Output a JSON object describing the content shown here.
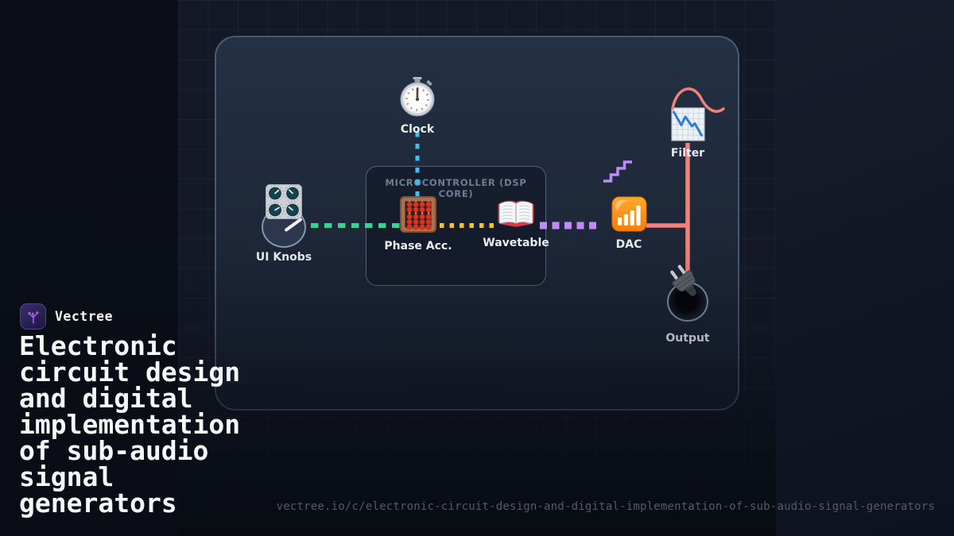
{
  "brand": {
    "name": "Vectree"
  },
  "title": "Electronic circuit design and digital implementation of sub-audio signal generators",
  "url": "vectree.io/c/electronic-circuit-design-and-digital-implementation-of-sub-audio-signal-generators",
  "diagram": {
    "group_label": "MICROCONTROLLER (DSP CORE)",
    "nodes": {
      "clock": {
        "label": "Clock",
        "icon": "stopwatch-icon"
      },
      "ui_knobs": {
        "label": "UI Knobs",
        "icon": "control-knobs-icon"
      },
      "phase_acc": {
        "label": "Phase Acc.",
        "icon": "abacus-icon"
      },
      "wavetable": {
        "label": "Wavetable",
        "icon": "open-book-icon"
      },
      "dac": {
        "label": "DAC",
        "icon": "signal-bars-icon"
      },
      "filter": {
        "label": "Filter",
        "icon": "chart-grid-icon"
      },
      "output": {
        "label": "Output",
        "icon": "electric-plug-icon"
      }
    },
    "wire_colors": {
      "clock_to_phase": "#3abff8",
      "knobs_to_phase": "#35d58c",
      "phase_to_wavetable": "#fbc024",
      "wavetable_to_dac": "#c289fb",
      "dac_to_out": "#f2807b",
      "staircase_decoration": "#c289fb",
      "sine_decoration": "#f2807b"
    }
  }
}
